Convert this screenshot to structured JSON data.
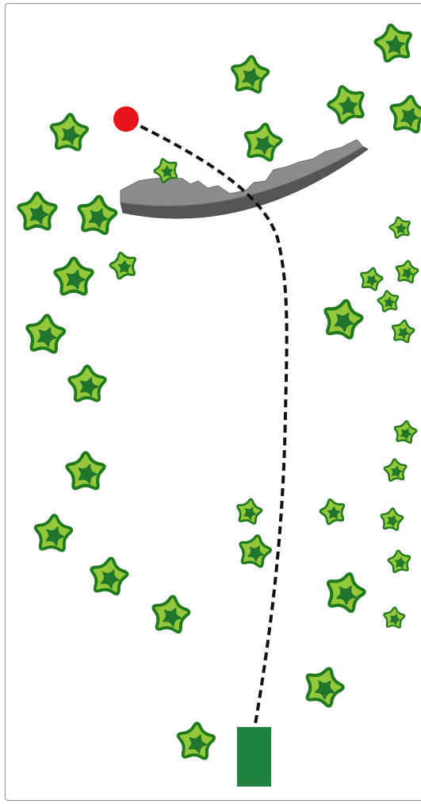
{
  "scene": {
    "background_color": "#ffffff",
    "border_color": "#8f8f8f",
    "star_fill": "#94c83a",
    "star_outline": "#1f7a1f",
    "star_inner": "#146b2b",
    "target_color": "#e8141b",
    "start_block_color": "#1f8240",
    "obstacle_color": "#777777",
    "path_style": "black-dashed"
  },
  "objects": {
    "target": "red-ball-target",
    "start": "green-start-block",
    "obstacle": "gray-rock-ledge",
    "path": "dashed-trajectory",
    "stars": "green-star-obstacle"
  }
}
